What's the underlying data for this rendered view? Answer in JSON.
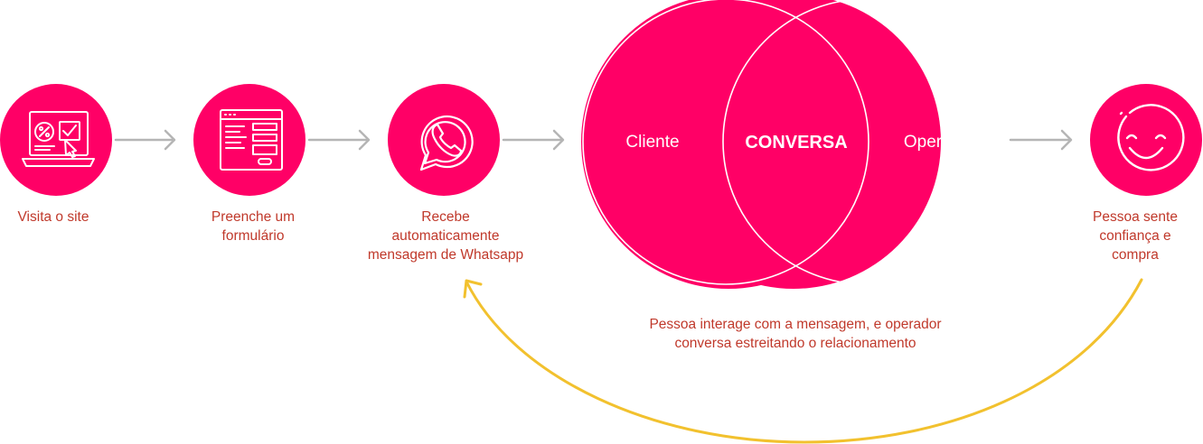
{
  "colors": {
    "primary": "#ff0066",
    "label_text": "#c0392b",
    "arrow_gray": "#b5b5b5",
    "loop_yellow": "#f2c12e",
    "white": "#ffffff"
  },
  "steps": [
    {
      "label": "Visita o site",
      "icon": "laptop-discount-icon"
    },
    {
      "label": "Preenche um\nformulário",
      "icon": "web-form-icon"
    },
    {
      "label": "Recebe\nautomaticamente\nmensagem de Whatsapp",
      "icon": "whatsapp-icon"
    },
    {
      "label": "Pessoa sente\nconfiança e\ncompra",
      "icon": "smile-face-icon"
    }
  ],
  "venn": {
    "left_label": "Cliente",
    "center_label": "CONVERSA",
    "right_label": "Operador",
    "caption": "Pessoa interage com a mensagem, e operador\nconversa estreitando o relacionamento"
  }
}
